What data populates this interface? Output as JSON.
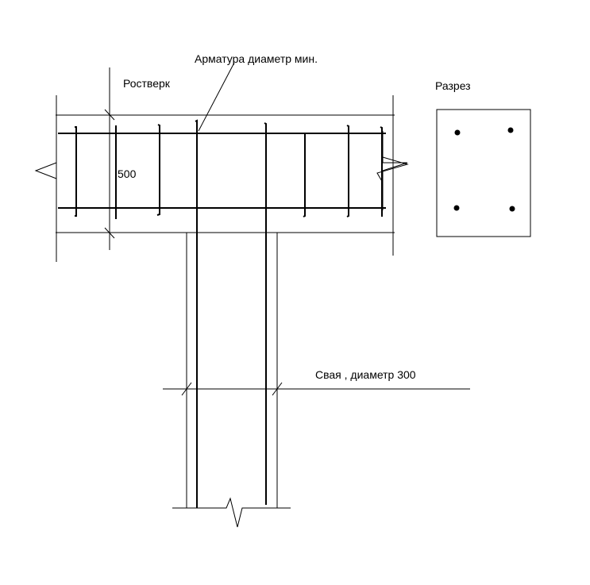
{
  "labels": {
    "grillage": "Ростверк",
    "rebar_note": "Арматура диаметр мин.",
    "section": "Разрез",
    "height_dim": "500",
    "pile": "Свая , диаметр 300"
  },
  "colors": {
    "line": "#000000",
    "background": "#ffffff"
  }
}
